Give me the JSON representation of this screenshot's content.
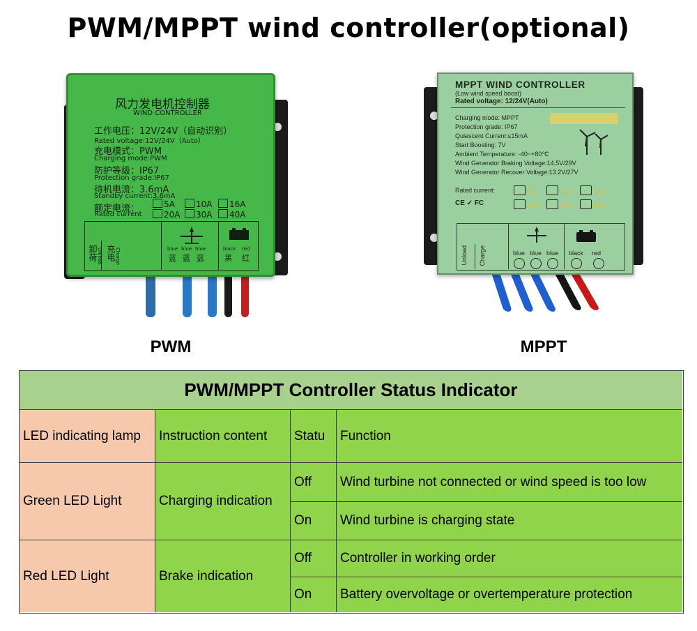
{
  "title": "PWM/MPPT wind controller(optional)",
  "products": [
    {
      "caption": "PWM",
      "label": {
        "cn_title": "风力发电机控制器",
        "en_title": "WIND CONTROLLER",
        "line1_cn": "工作电压：12V/24V（自动识别）",
        "line1_en": "Rated voltage:12V/24V（Auto）",
        "line2_cn": "充电模式：PWM",
        "line2_en": "Charging mode:PWM",
        "line3_cn": "防护等级：IP67",
        "line3_en": "Protection grade:IP67",
        "line4_cn": "待机电流：3.6mA",
        "line4_en": "Standby current:3.6mA",
        "rated_cn": "额定电流：",
        "rated_en": "Rated current",
        "currents": [
          "5A",
          "10A",
          "16A",
          "20A",
          "30A",
          "40A"
        ],
        "unload_cn": "卸荷",
        "unload_en": "Unload",
        "charge_cn": "充电",
        "charge_en": "Charge",
        "blue": "blue",
        "blue_cn": "蓝",
        "black": "black",
        "black_cn": "黑",
        "red": "red",
        "red_cn": "红"
      }
    },
    {
      "caption": "MPPT",
      "label": {
        "title": "MPPT WIND CONTROLLER",
        "subtitle": "(Low wind speed boost)",
        "rated": "Rated voltage: 12/24V(Auto)",
        "spec1": "Charging mode: MPPT",
        "spec2": "Protection grade: IP67",
        "spec3": "Quiescent Current:≤15mA",
        "spec4": "Start Boosting:  7V",
        "spec5": "Ambient Temperature: -40~+80℃",
        "spec6": "Wind Generator Braking Voltage:14.5V/29V",
        "spec7": "Wind Generator Recover Voltage:13.2V/27V",
        "rated_current": "Rated  current:",
        "currents": [
          "5A",
          "10A",
          "16A",
          "20A",
          "30A",
          "40A"
        ],
        "marks": "CE ✓ FC",
        "unload": "Unload",
        "charge": "Charge",
        "blue": "blue",
        "black": "black",
        "red": "red"
      }
    }
  ],
  "table": {
    "title": "PWM/MPPT Controller Status Indicator",
    "header": {
      "col1": "LED indicating lamp",
      "col2": "Instruction content",
      "col3": "Statu",
      "col4": "Function"
    },
    "groups": [
      {
        "lamp": "Green LED Light",
        "instruction": "Charging indication",
        "rows": [
          {
            "status": "Off",
            "function": "Wind turbine not connected or wind speed is too low"
          },
          {
            "status": "On",
            "function": "Wind turbine is charging state"
          }
        ]
      },
      {
        "lamp": "Red LED Light",
        "instruction": "Brake indication",
        "rows": [
          {
            "status": "Off",
            "function": "Controller in working order"
          },
          {
            "status": "On",
            "function": "Battery overvoltage or overtemperature protection"
          }
        ]
      }
    ]
  },
  "colors": {
    "table_header": "#a9d18e",
    "peach": "#f6c9ad",
    "green": "#8fd44a",
    "pwm_body": "#46b84a",
    "mppt_body": "#9ccfa0"
  }
}
